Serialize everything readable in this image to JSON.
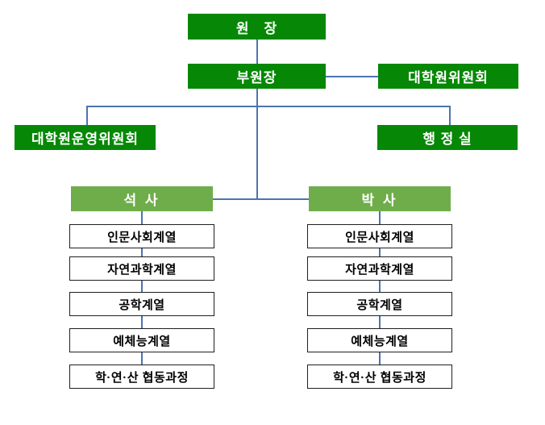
{
  "palette": {
    "dark_green": "#068806",
    "light_green": "#6FAD4A",
    "connector_blue": "#4C74B0",
    "item_border": "#1F1F1F",
    "background": "#FFFFFF"
  },
  "nodes": {
    "director": "원　장",
    "vice_director": "부원장",
    "grad_committee": "대학원위원회",
    "steering_committee": "대학원운영위원회",
    "admin_office": "행 정 실"
  },
  "columns": [
    {
      "head": "석 사",
      "items": [
        "인문사회계열",
        "자연과학계열",
        "공학계열",
        "예체능계열",
        "학·연·산 협동과정"
      ]
    },
    {
      "head": "박 사",
      "items": [
        "인문사회계열",
        "자연과학계열",
        "공학계열",
        "예체능계열",
        "학·연·산 협동과정"
      ]
    }
  ]
}
